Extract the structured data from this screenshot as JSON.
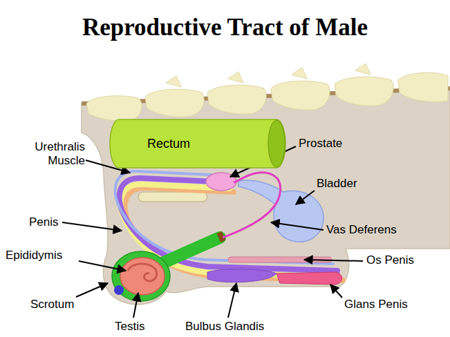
{
  "diagram": {
    "title": "Reproductive Tract of Male",
    "nodes": [
      {
        "text": [
          "Rectum"
        ]
      }
    ],
    "labels": [
      "Urethralis Muscle",
      "Prostate",
      "Bladder",
      "Penis",
      "Vas Deferens",
      "Epididymis",
      "Os Penis",
      "Scrotum",
      "Testis",
      "Bulbus Glandis",
      "Glans Penis"
    ]
  }
}
